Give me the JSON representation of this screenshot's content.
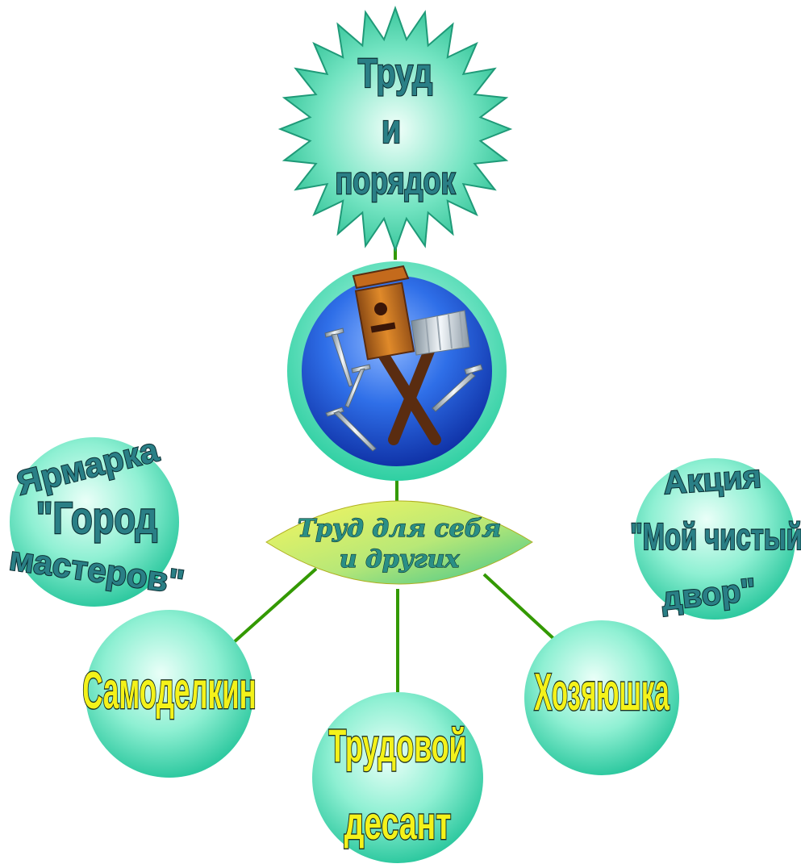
{
  "colors": {
    "connector": "#339900",
    "bubble_light": "#e9fff7",
    "bubble_dark": "#2fd3a8",
    "star_light": "#e8fff6",
    "star_dark": "#2cbf93",
    "center_blue": "#1e5ad6",
    "lens_yellow": "#f5f25a",
    "lens_green": "#49c78d"
  },
  "title": {
    "line1": "Труд",
    "line2": "и",
    "line3": "порядок"
  },
  "center_picture": {
    "icon": "birdhouse-hammer-nails-icon"
  },
  "hub": {
    "line1": "Труд для себя",
    "line2": "и других"
  },
  "nodes": {
    "fair": {
      "line1": "Ярмарка",
      "line2": "\"Город",
      "line3": "мастеров\""
    },
    "action": {
      "line1": "Акция",
      "line2": "\"Мой чистый",
      "line3": "двор\""
    },
    "samodelkin": {
      "label": "Самоделкин"
    },
    "landing": {
      "line1": "Трудовой",
      "line2": "десант"
    },
    "hostess": {
      "label": "Хозяюшка"
    }
  }
}
